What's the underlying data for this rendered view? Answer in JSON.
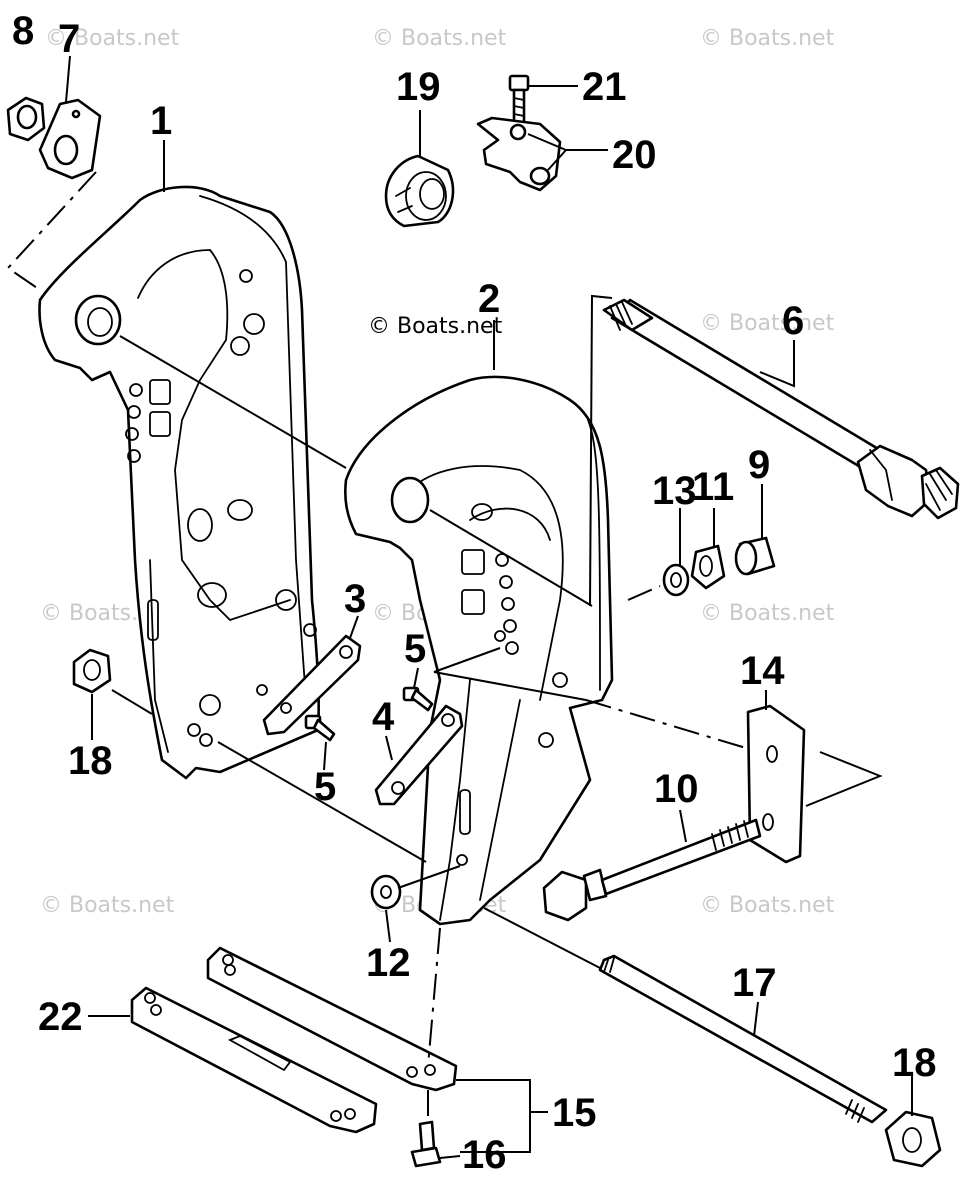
{
  "diagram": {
    "watermark": "© Boats.net",
    "watermark_center": "© Boats.net",
    "callouts": [
      "1",
      "2",
      "3",
      "4",
      "5",
      "5",
      "6",
      "7",
      "8",
      "9",
      "10",
      "11",
      "12",
      "13",
      "14",
      "15",
      "16",
      "17",
      "18",
      "18",
      "19",
      "20",
      "21",
      "22"
    ]
  },
  "colors": {
    "ink": "#000000",
    "paper": "#ffffff",
    "watermark": "#c8c8c8"
  }
}
